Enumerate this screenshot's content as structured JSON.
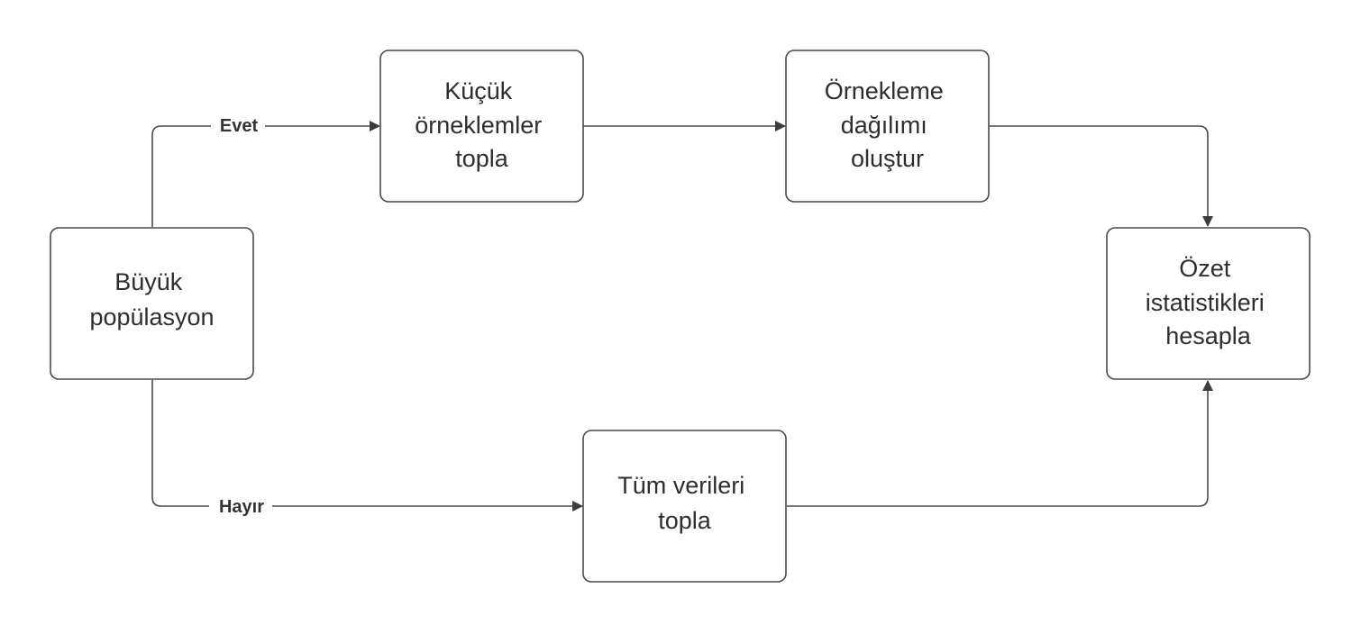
{
  "diagram": {
    "nodes": {
      "buyuk_populasyon": {
        "lines": [
          "Büyük",
          "popülasyon"
        ]
      },
      "kucuk_orneklemler": {
        "lines": [
          "Küçük",
          "örneklemler",
          "topla"
        ]
      },
      "ornekleme_dagilimi": {
        "lines": [
          "Örnekleme",
          "dağılımı",
          "oluştur"
        ]
      },
      "ozet_istatistikleri": {
        "lines": [
          "Özet",
          "istatistikleri",
          "hesapla"
        ]
      },
      "tum_verileri": {
        "lines": [
          "Tüm verileri",
          "topla"
        ]
      }
    },
    "edges": {
      "yes_label": "Evet",
      "no_label": "Hayır"
    },
    "colors": {
      "stroke": "#4a4a4a",
      "text": "#2e2e2e",
      "background": "#ffffff"
    }
  }
}
